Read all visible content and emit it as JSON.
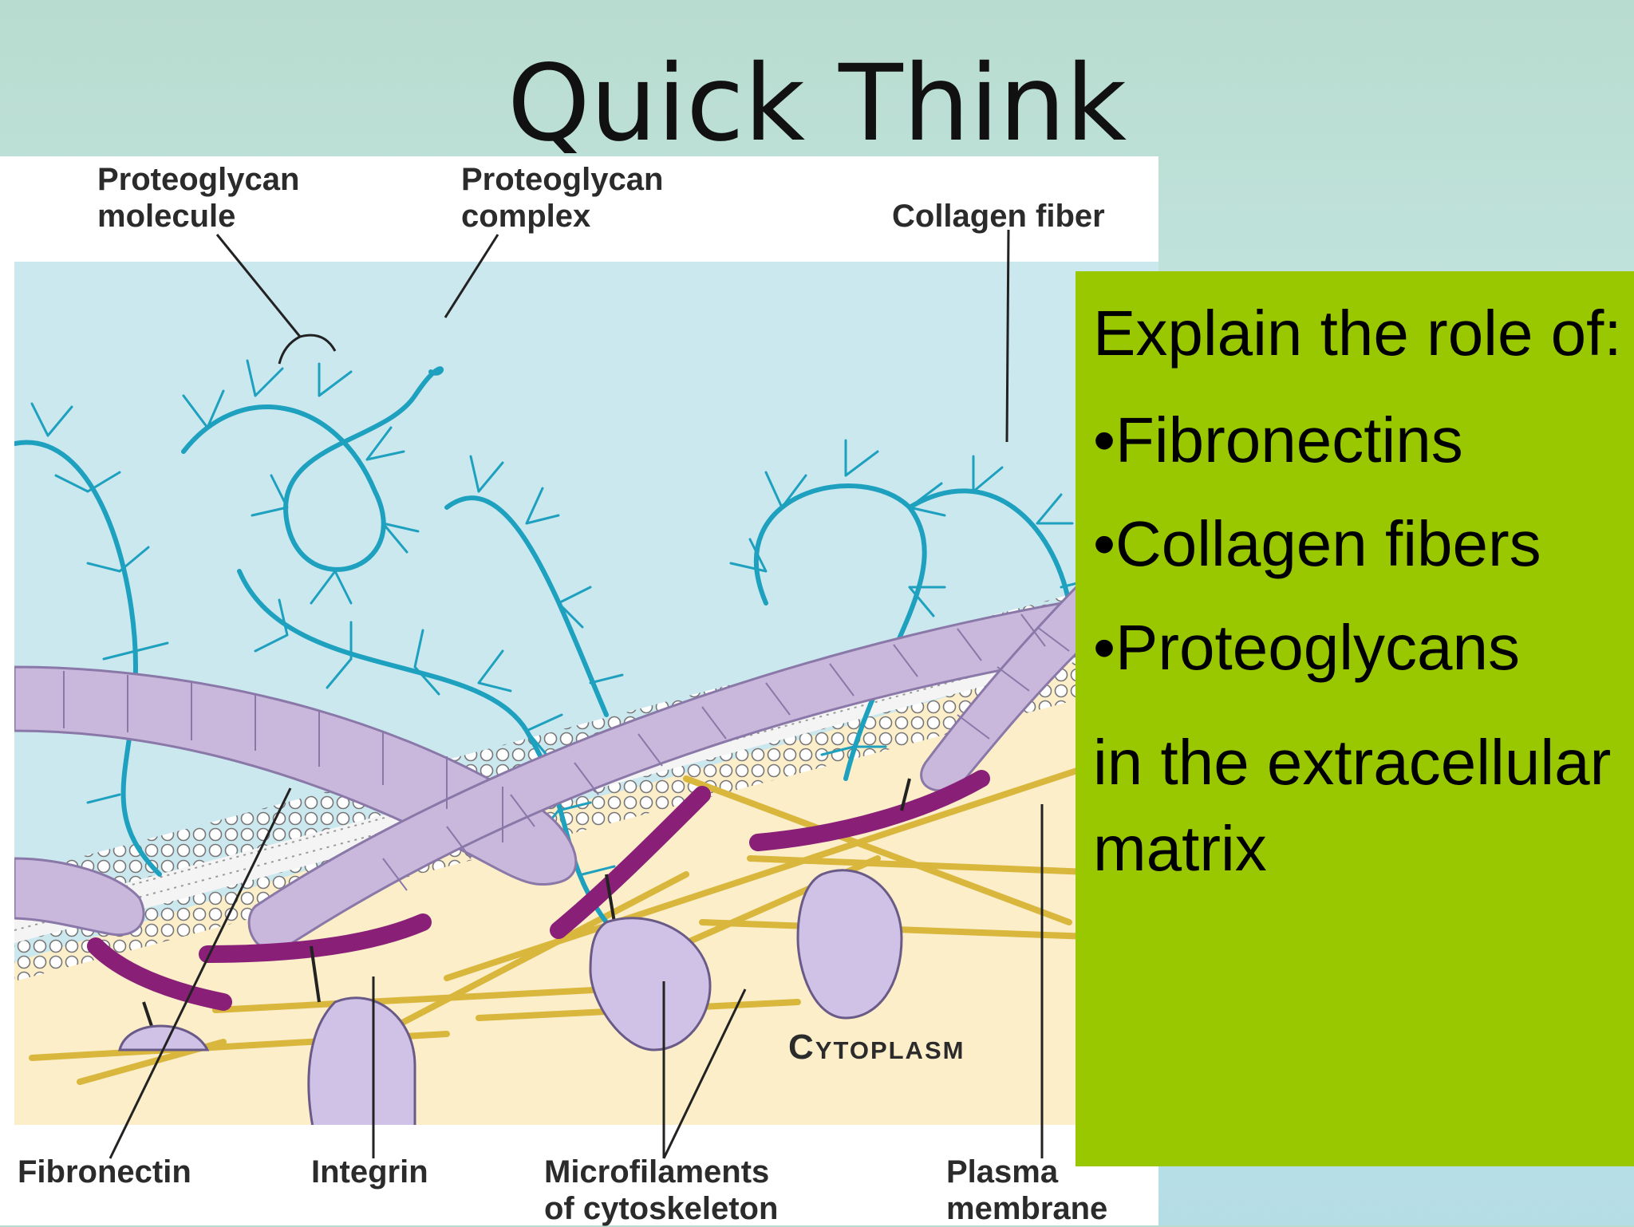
{
  "slide": {
    "title": "Quick Think"
  },
  "diagram": {
    "labels": {
      "proteoglycan_molecule": "Proteoglycan\nmolecule",
      "proteoglycan_complex": "Proteoglycan\ncomplex",
      "collagen_fiber": "Collagen fiber",
      "fibronectin": "Fibronectin",
      "integrin": "Integrin",
      "microfilaments": "Microfilaments\nof cytoskeleton",
      "plasma_membrane": "Plasma\nmembrane",
      "cytoplasm": "Cytoplasm"
    },
    "colors": {
      "extracellular": "#cbe8ef",
      "cytoplasm": "#fbeec9",
      "collagen": "#c9b8dc",
      "proteoglycan": "#1ea0bf",
      "fibronectin": "#8a1f78",
      "integrin": "#cfc2e6",
      "microfilament": "#d9b63c",
      "membrane": "#ffffff"
    }
  },
  "question": {
    "intro": "Explain the role of:",
    "items": [
      "•Fibronectins",
      "•Collagen fibers",
      "•Proteoglycans"
    ],
    "tail": "in the extracellular matrix",
    "background": "#99c800"
  }
}
